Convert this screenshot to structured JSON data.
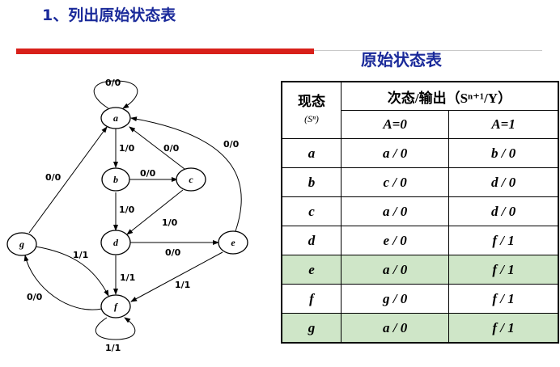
{
  "slide": {
    "title": "1、列出原始状态表",
    "table_caption": "原始状态表"
  },
  "graph": {
    "nodes": [
      "a",
      "b",
      "c",
      "d",
      "e",
      "f",
      "g"
    ],
    "edges": [
      {
        "from": "a",
        "to": "a",
        "label": "0/0"
      },
      {
        "from": "a",
        "to": "b",
        "label": "1/0"
      },
      {
        "from": "c",
        "to": "a",
        "label": "0/0"
      },
      {
        "from": "b",
        "to": "c",
        "label": "0/0"
      },
      {
        "from": "b",
        "to": "d",
        "label": "1/0"
      },
      {
        "from": "c",
        "to": "d",
        "label": "1/0"
      },
      {
        "from": "d",
        "to": "e",
        "label": "0/0"
      },
      {
        "from": "d",
        "to": "f",
        "label": "1/1"
      },
      {
        "from": "e",
        "to": "a",
        "label": "0/0"
      },
      {
        "from": "e",
        "to": "f",
        "label": "1/1"
      },
      {
        "from": "g",
        "to": "a",
        "label": "0/0"
      },
      {
        "from": "g",
        "to": "f",
        "label": "1/1"
      },
      {
        "from": "f",
        "to": "g",
        "label": "0/0"
      },
      {
        "from": "f",
        "to": "f",
        "label": "1/1"
      }
    ]
  },
  "table": {
    "present_state_header": "现态",
    "present_state_sub": "(Sⁿ)",
    "next_header": "次态/输出（Sⁿ⁺¹/Y）",
    "col_a0": "A=0",
    "col_a1": "A=1",
    "rows": [
      {
        "state": "a",
        "a0": "a / 0",
        "a1": "b / 0",
        "highlight": false
      },
      {
        "state": "b",
        "a0": "c / 0",
        "a1": "d / 0",
        "highlight": false
      },
      {
        "state": "c",
        "a0": "a / 0",
        "a1": "d / 0",
        "highlight": false
      },
      {
        "state": "d",
        "a0": "e / 0",
        "a1": "f / 1",
        "highlight": false
      },
      {
        "state": "e",
        "a0": "a / 0",
        "a1": "f / 1",
        "highlight": true
      },
      {
        "state": "f",
        "a0": "g / 0",
        "a1": "f / 1",
        "highlight": false
      },
      {
        "state": "g",
        "a0": "a / 0",
        "a1": "f / 1",
        "highlight": true
      }
    ],
    "highlight_color": "#cfe6c8"
  }
}
